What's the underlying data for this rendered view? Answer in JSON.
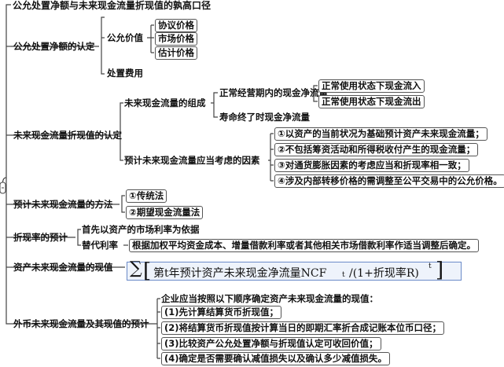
{
  "title": "公允处置净额与未来现金流量折现值的孰高口径",
  "nodes": {
    "fv_net": "公允处置净额的认定",
    "fv": "公允价值",
    "fv_1": "协议价格",
    "fv_2": "市场价格",
    "fv_3": "估计价格",
    "disposal_cost": "处置费用",
    "pv": "未来现金流量折现值的认定",
    "cf_comp": "未来现金流量的组成",
    "cf_normal": "正常经营期内的现金净流量",
    "cf_in": "正常使用状态下现金流入",
    "cf_out": "正常使用状态下现金流出",
    "cf_end": "寿命终了时现金净流量",
    "cf_factors": "预计未来现金流量应当考虑的因素",
    "factor_1": "①以资产的当前状况为基础预计资产未来现金流量；",
    "factor_2": "②不包括筹资活动和所得税收付产生的现金流量；",
    "factor_3": "③对通货膨胀因素的考虑应当和折现率相一致；",
    "factor_4": "④涉及内部转移价格的需调整至公平交易中的公允价格。",
    "methods": "预计未来现金流量的方法",
    "method_1": "①传统法",
    "method_2": "②期望现金流量法",
    "discount": "折现率的预计",
    "discount_1": "首先以资产的市场利率为依据",
    "discount_alt": "替代利率",
    "discount_alt_desc": "根据加权平均资金成本、增量借款利率或者其他相关市场借款利率作适当调整后确定。",
    "pv_asset": "资产未来现金流量的现值",
    "fx": "外币未来现金流量及其现值的预计",
    "fx_intro": "企业应当按照以下顺序确定资产未来现金流量的现值：",
    "fx_1": "(1)先计算结算货币折现值；",
    "fx_2": "(2)将结算货币折现值按计算当日的即期汇率折合成记账本位币口径；",
    "fx_3": "(3)比较资产公允处置净额与折现值认定可收回价值；",
    "fx_4": "(4)确定是否需要确认减值损失以及确认多少减值损失。"
  },
  "formula": {
    "sigma": "∑",
    "lead": "第t年预计资产未来现金净流量NCF",
    "ncf_sub": "t",
    "rest": "/(1+折现率R)",
    "exp": "t"
  },
  "colors": {
    "line": "#444444",
    "box_border": "#555555",
    "formula_bg": "#eef3fb",
    "formula_border": "#6a8ac8"
  }
}
